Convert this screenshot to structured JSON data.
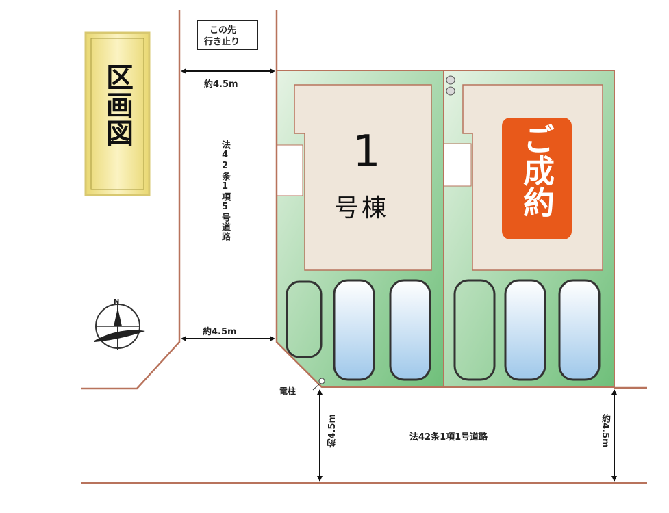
{
  "title": "区画図",
  "dead_end_sign": {
    "line1": "この先",
    "line2": "行き止り"
  },
  "side_road": {
    "label": "法42条1項5号道路",
    "width_top": "約4.5m",
    "width_bottom": "約4.5m"
  },
  "front_road": {
    "label": "法42条1項1号道路",
    "width_left": "約4.5m",
    "width_right": "約4.5m"
  },
  "utility_pole": "電柱",
  "lot1": {
    "number": "1",
    "label": "号棟"
  },
  "lot2": {
    "status": "ご成約"
  },
  "compass": {
    "north": "N"
  },
  "colors": {
    "lot_green": "#c9e5c6",
    "house": "#efe6da",
    "border": "#b8735c",
    "sold_badge": "#e8591a",
    "title_bg": "#f3e79a"
  }
}
